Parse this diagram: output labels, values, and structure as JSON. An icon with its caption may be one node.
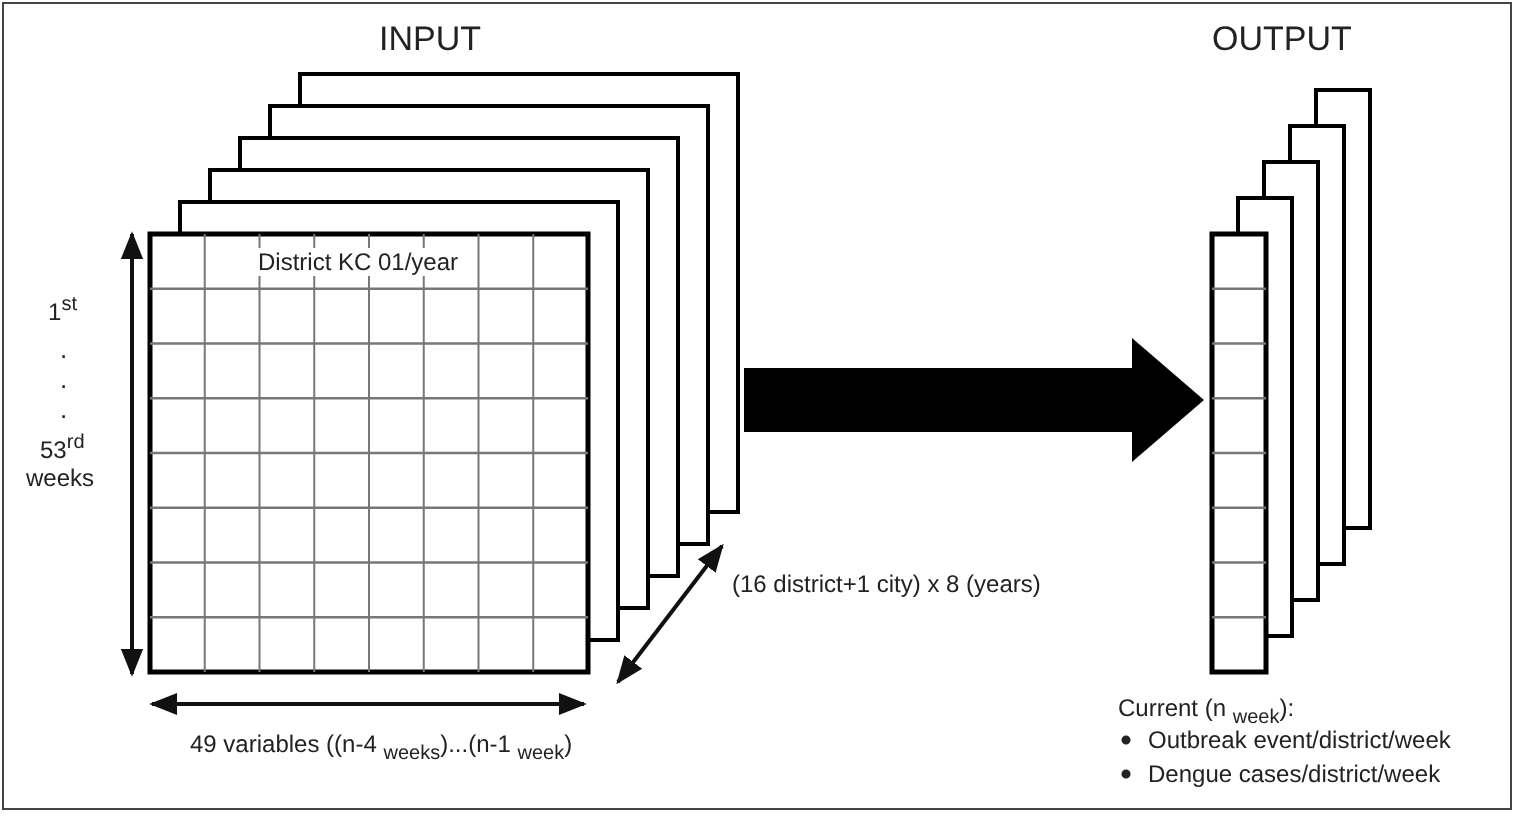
{
  "diagram": {
    "nodes": [
      {
        "text": [
          "INPUT",
          "District KC 01/year"
        ]
      },
      {
        "text": [
          "OUTPUT"
        ]
      }
    ],
    "edges": [
      {
        "from": 0,
        "to": 1,
        "arrow": "to"
      }
    ],
    "labels": [
      "1$^{st}$",
      ".",
      ".",
      ".",
      "53$^{rd}$",
      "weeks",
      "(16 district+1 city) x 8 (years)",
      "49 variables ((n-4 $_{weeks}$)...(n-1 $_{week}$)",
      "Current (n $_{week}$):",
      "Outbreak event/district/week",
      "Dengue cases/district/week"
    ]
  }
}
